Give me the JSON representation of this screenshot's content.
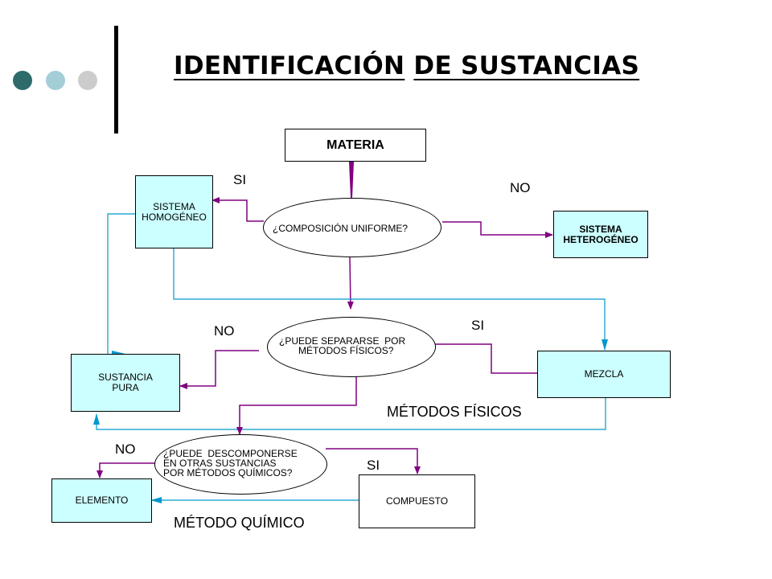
{
  "title": {
    "part1": "IDENTIFICACIÓN",
    "part2": "DE SUSTANCIAS"
  },
  "decor_colors": [
    "#2e6b6b",
    "#a3ced8",
    "#cccccc"
  ],
  "nodes": {
    "materia": "MATERIA",
    "homogeneo_1": "SISTEMA",
    "homogeneo_2": "HOMOGÉNEO",
    "heterogeneo_1": "SISTEMA",
    "heterogeneo_2": "HETEROGÉNEO",
    "q_uniforme": "¿COMPOSICIÓN UNIFORME?",
    "q_separar_1": "¿PUEDE SEPARARSE  POR",
    "q_separar_2": "MÉTODOS FÍSICOS?",
    "sustancia_1": "SUSTANCIA",
    "sustancia_2": "PURA",
    "mezcla": "MEZCLA",
    "q_descomp_1": "¿PUEDE  DESCOMPONERSE",
    "q_descomp_2": "EN OTRAS SUSTANCIAS",
    "q_descomp_3": "POR MÉTODOS QUÍMICOS?",
    "elemento": "ELEMENTO",
    "compuesto": "COMPUESTO"
  },
  "labels": {
    "si_1": "SI",
    "no_1": "NO",
    "no_2": "NO",
    "si_2": "SI",
    "metodos_fisicos": "MÉTODOS FÍSICOS",
    "no_3": "NO",
    "si_3": "SI",
    "metodo_quimico": "MÉTODO QUÍMICO"
  },
  "colors": {
    "purple": "#800080",
    "blue": "#0099cc",
    "box_fill": "#ccffff"
  }
}
